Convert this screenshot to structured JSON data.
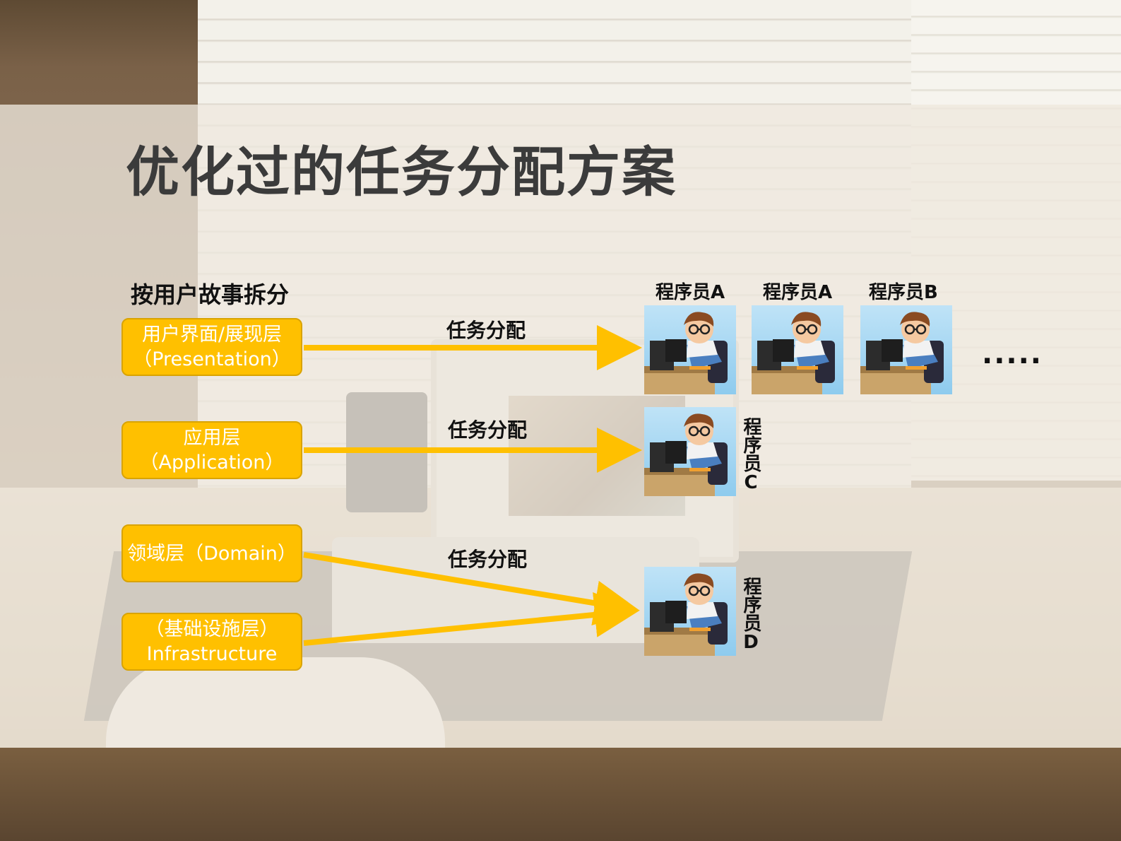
{
  "title": "优化过的任务分配方案",
  "section_label": "按用户故事拆分",
  "layers": [
    {
      "line1": "用户界面/展现层",
      "line2": "（Presentation）"
    },
    {
      "line1": "应用层",
      "line2": "（Application）"
    },
    {
      "line1": "领域层（Domain）",
      "line2": ""
    },
    {
      "line1": "（基础设施层）",
      "line2": "Infrastructure"
    }
  ],
  "assign_labels": [
    "任务分配",
    "任务分配",
    "任务分配"
  ],
  "programmers": {
    "row1": [
      "程序员A",
      "程序员A",
      "程序员B"
    ],
    "c": "程序员C",
    "d": "程序员D"
  },
  "ellipsis": ".....",
  "colors": {
    "box_fill": "#ffc000",
    "arrow": "#ffc000",
    "title": "#3b3b3b"
  }
}
